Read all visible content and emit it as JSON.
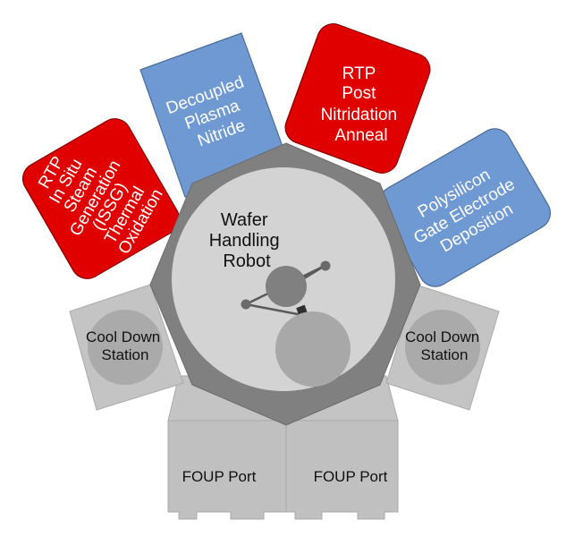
{
  "colors": {
    "rtp_chamber": "#e00000",
    "deposition_chamber": "#6f99d2",
    "transfer_frame": "#808080",
    "transfer_floor": "#d3d3d3",
    "port_body": "#c0c0c0",
    "robot_part": "#808080",
    "text_white": "#ffffff",
    "text_dark": "#111111"
  },
  "chambers": {
    "rtp_issg": [
      "RTP",
      "In Situ",
      "Steam",
      "Generation",
      "(ISSG)",
      "Thermal",
      "Oxidation"
    ],
    "dpn": [
      "Decoupled",
      "Plasma",
      "Nitride"
    ],
    "rtp_pna": [
      "RTP",
      "Post",
      "Nitridation",
      "Anneal"
    ],
    "poly": [
      "Polysilicon",
      "Gate Electrode",
      "Deposition"
    ]
  },
  "robot": {
    "label": [
      "Wafer",
      "Handling",
      "Robot"
    ]
  },
  "cool_down": {
    "left": [
      "Cool Down",
      "Station"
    ],
    "right": [
      "Cool Down",
      "Station"
    ]
  },
  "foup": {
    "left": "FOUP Port",
    "right": "FOUP Port"
  }
}
